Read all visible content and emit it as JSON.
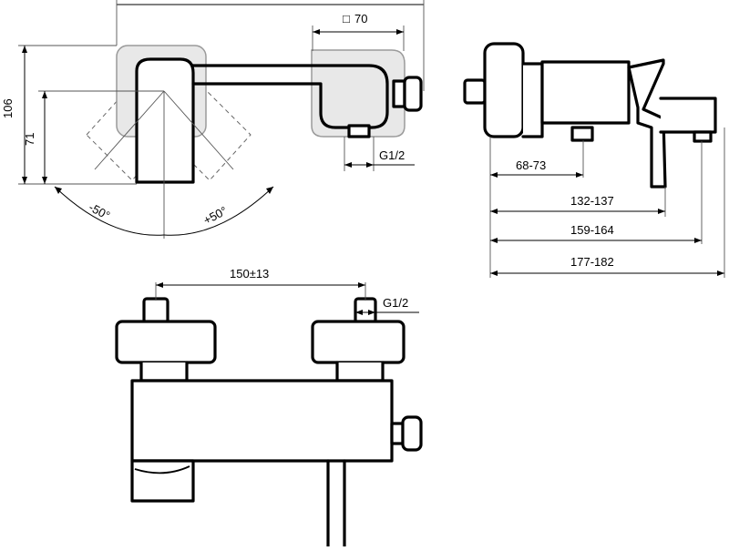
{
  "dimensions": {
    "square_70": "70",
    "square_symbol": "□",
    "thread_top": "G1/2",
    "height_106": "106",
    "height_71": "71",
    "angle_left": "-50°",
    "angle_right": "+50°",
    "side_68_73": "68-73",
    "side_132_137": "132-137",
    "side_159_164": "159-164",
    "side_177_182": "177-182",
    "center_150": "150±13",
    "thread_front": "G1/2"
  }
}
